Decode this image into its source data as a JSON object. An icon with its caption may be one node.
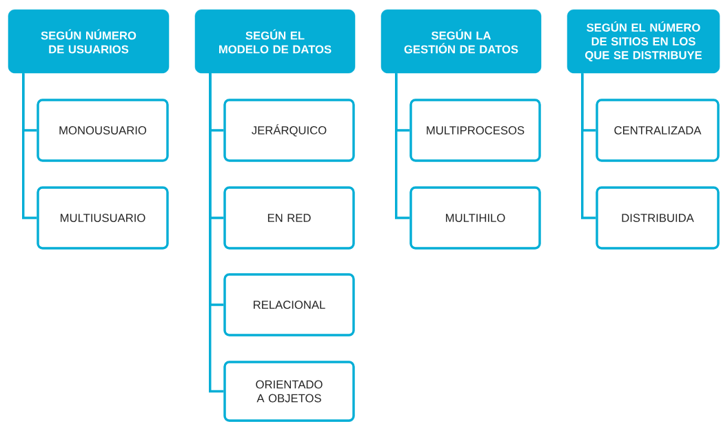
{
  "diagram": {
    "nodes": [
      {
        "text": [
          "SEGÚN NÚMERO DE USUARIOS"
        ]
      },
      {
        "text": [
          "MONOUSUARIO"
        ]
      },
      {
        "text": [
          "MULTIUSUARIO"
        ]
      },
      {
        "text": [
          "SEGÚN EL MODELO DE DATOS"
        ]
      },
      {
        "text": [
          "JERÁRQUICO"
        ]
      },
      {
        "text": [
          "EN RED"
        ]
      },
      {
        "text": [
          "RELACIONAL"
        ]
      },
      {
        "text": [
          "ORIENTADO A OBJETOS"
        ]
      },
      {
        "text": [
          "SEGÚN LA GESTIÓN DE DATOS"
        ]
      },
      {
        "text": [
          "MULTIPROCESOS"
        ]
      },
      {
        "text": [
          "MULTIHILO"
        ]
      },
      {
        "text": [
          "SEGÚN EL NÚMERO DE SITIOS EN LOS QUE SE DISTRIBUYE"
        ]
      },
      {
        "text": [
          "CENTRALIZADA"
        ]
      },
      {
        "text": [
          "DISTRIBUIDA"
        ]
      }
    ],
    "edges": [
      {
        "from": 0,
        "to": 1,
        "arrow": "none"
      },
      {
        "from": 0,
        "to": 2,
        "arrow": "none"
      },
      {
        "from": 3,
        "to": 4,
        "arrow": "none"
      },
      {
        "from": 3,
        "to": 5,
        "arrow": "none"
      },
      {
        "from": 3,
        "to": 6,
        "arrow": "none"
      },
      {
        "from": 3,
        "to": 7,
        "arrow": "none"
      },
      {
        "from": 8,
        "to": 9,
        "arrow": "none"
      },
      {
        "from": 8,
        "to": 10,
        "arrow": "none"
      },
      {
        "from": 11,
        "to": 12,
        "arrow": "none"
      },
      {
        "from": 11,
        "to": 13,
        "arrow": "none"
      }
    ]
  }
}
